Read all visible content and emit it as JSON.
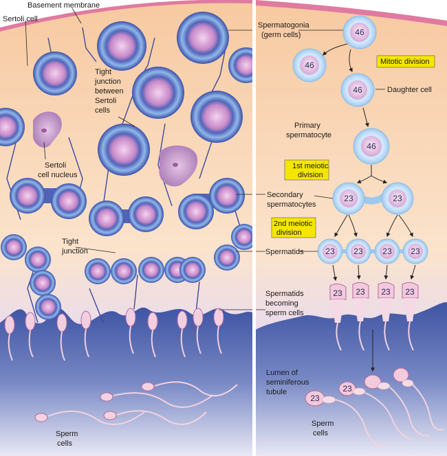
{
  "labels": {
    "basement_membrane": "Basement membrane",
    "sertoli_cell": "Sertoli cell",
    "tight_junction_between_1": "Tight",
    "tight_junction_between_2": "junction",
    "tight_junction_between_3": "between",
    "tight_junction_between_4": "Sertoli",
    "tight_junction_between_5": "cells",
    "sertoli_nucleus_1": "Sertoli",
    "sertoli_nucleus_2": "cell nucleus",
    "tight_junction_1": "Tight",
    "tight_junction_2": "junction",
    "sperm_cells_left_1": "Sperm",
    "sperm_cells_left_2": "cells",
    "spermatogonia_1": "Spermatogonia",
    "spermatogonia_2": "(germ cells)",
    "mitotic_division": "Mitotic division",
    "daughter_cell": "Daughter cell",
    "primary_spermatocyte_1": "Primary",
    "primary_spermatocyte_2": "spermatocyte",
    "first_meiotic_1": "1st meiotic",
    "first_meiotic_2": "division",
    "secondary_spermatocytes_1": "Secondary",
    "secondary_spermatocytes_2": "spermatocytes",
    "second_meiotic_1": "2nd meiotic",
    "second_meiotic_2": "division",
    "spermatids": "Spermatids",
    "spermatids_becoming_1": "Spermatids",
    "spermatids_becoming_2": "becoming",
    "spermatids_becoming_3": "sperm cells",
    "lumen_1": "Lumen of",
    "lumen_2": "seminiferous",
    "lumen_3": "tubule",
    "sperm_cells_right_1": "Sperm",
    "sperm_cells_right_2": "cells"
  },
  "chromosomes": {
    "spermatogonium": "46",
    "daughter_left": "46",
    "daughter_right": "46",
    "primary": "46",
    "secondary": "23",
    "spermatid": "23",
    "sperm": "23"
  },
  "colors": {
    "cytoplasm": "#f9d9b6",
    "lumen": "#4a5ea8",
    "membrane": "#e07aa0",
    "cell_ring": "#a9d2f2",
    "nucleus": "#d9b8dc",
    "label_box": "#f5e600"
  }
}
